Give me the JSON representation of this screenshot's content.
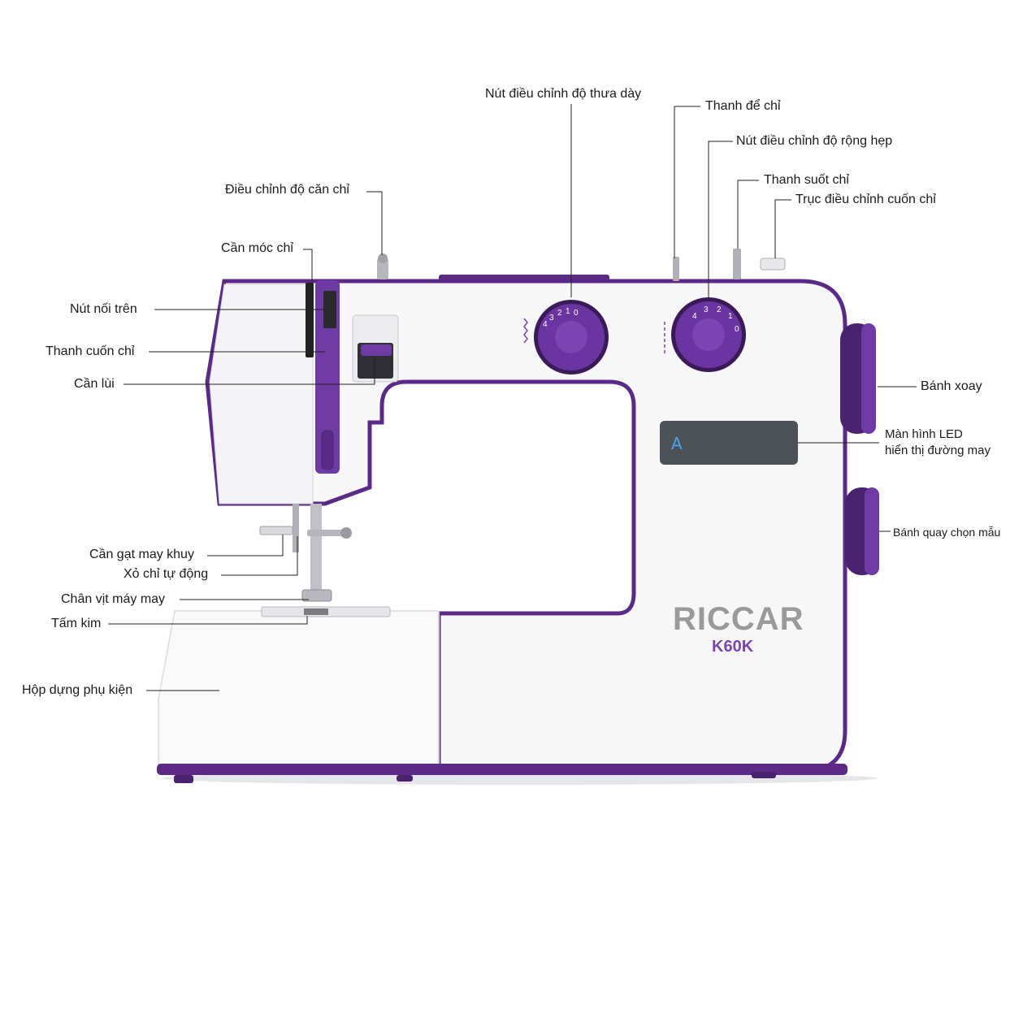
{
  "colors": {
    "purple": "#5b2a86",
    "purple_light": "#7a45b0",
    "body": "#f7f7f8",
    "shadow": "#d8d8dc",
    "led_panel": "#4c5257",
    "led_char": "#4da3e6",
    "brand_gray": "#9a9a9a",
    "line": "#222222"
  },
  "machine": {
    "brand": "RICCAR",
    "model": "K60K",
    "led_char": "A",
    "stitch_length_dial": [
      "0",
      "1",
      "2",
      "3",
      "4"
    ],
    "stitch_width_dial": [
      "4",
      "3",
      "2",
      "1",
      "0"
    ]
  },
  "labels": {
    "stitch_length_knob": "Nút điều chỉnh độ thưa dày",
    "spool_pin": "Thanh để chỉ",
    "stitch_width_knob": "Nút điều chỉnh độ rộng hẹp",
    "bobbin_winder_pin": "Thanh suốt chỉ",
    "bobbin_winder_stopper": "Trục điều chỉnh cuốn chỉ",
    "thread_tension": "Điều chỉnh độ căn chỉ",
    "thread_take_up_lever": "Cần móc chỉ",
    "top_connector": "Nút nối trên",
    "thread_guide_bar": "Thanh cuốn chỉ",
    "reverse_lever": "Cần lùi",
    "handwheel": "Bánh xoay",
    "led_display_line1": "Màn hình LED",
    "led_display_line2": "hiển thị đường may",
    "pattern_selector": "Bánh quay chọn mẫu",
    "buttonhole_lever": "Cần gạt may khuy",
    "auto_threader": "Xỏ chỉ tự động",
    "presser_foot": "Chân vịt máy may",
    "needle_plate": "Tấm kim",
    "accessory_box": "Hộp dựng phụ kiện"
  }
}
